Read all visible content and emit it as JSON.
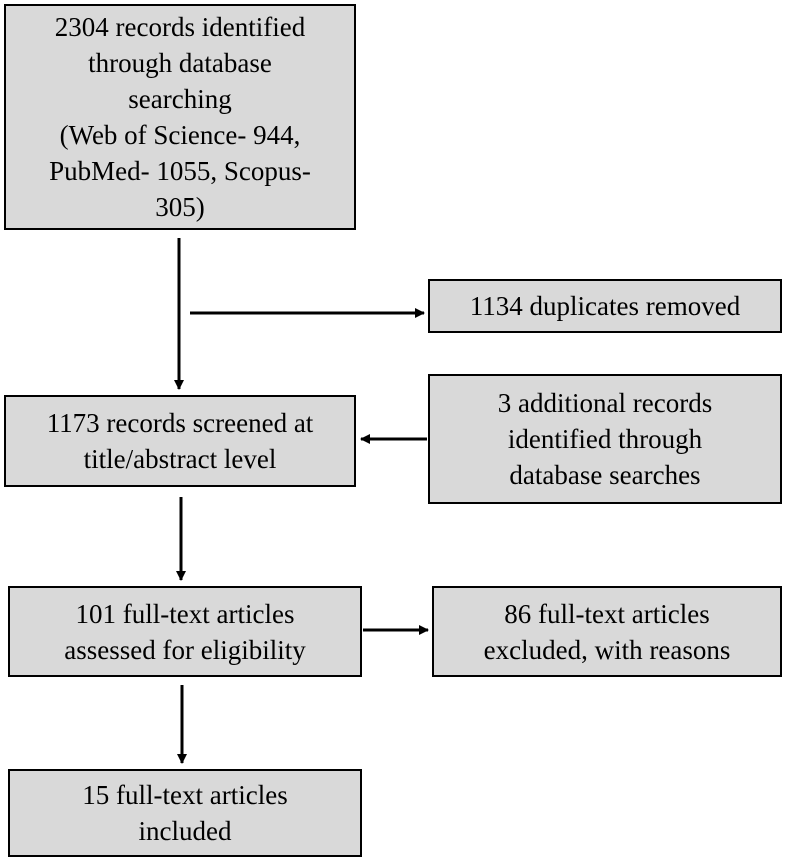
{
  "flow": {
    "identified": {
      "lines": [
        "2304 records identified",
        "through database",
        "searching",
        "(Web of Science- 944,",
        "PubMed- 1055, Scopus-",
        "305)"
      ]
    },
    "duplicates": {
      "lines": [
        "1134 duplicates removed"
      ]
    },
    "screened": {
      "lines": [
        "1173 records screened at",
        "title/abstract level"
      ]
    },
    "additional": {
      "lines": [
        "3 additional records",
        "identified through",
        "database searches"
      ]
    },
    "assessed": {
      "lines": [
        "101 full-text articles",
        "assessed for eligibility"
      ]
    },
    "excluded": {
      "lines": [
        "86 full-text articles",
        "excluded, with reasons"
      ]
    },
    "included": {
      "lines": [
        "15 full-text articles",
        "included"
      ]
    }
  },
  "colors": {
    "box_fill": "#d9d9d9",
    "stroke": "#000000"
  }
}
